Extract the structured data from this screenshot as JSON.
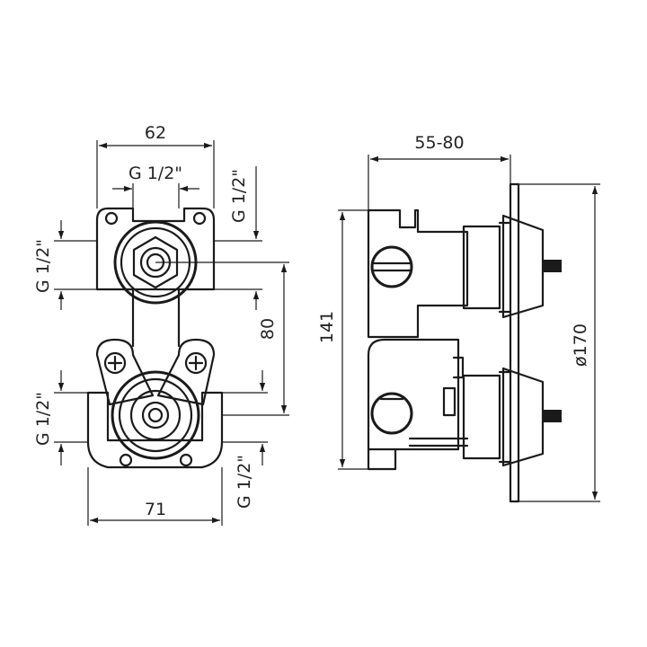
{
  "front_view": {
    "width_top": "62",
    "width_bottom": "71",
    "height_center": "80",
    "thread_top": "G 1/2\"",
    "thread_top_right": "G 1/2\"",
    "thread_left_upper": "G 1/2\"",
    "thread_left_lower": "G 1/2\"",
    "thread_bottom_right": "G 1/2\""
  },
  "side_view": {
    "depth_range": "55-80",
    "height": "141",
    "plate_diameter": "ø170"
  },
  "colors": {
    "line": "#1a1a1a",
    "background": "#ffffff"
  }
}
